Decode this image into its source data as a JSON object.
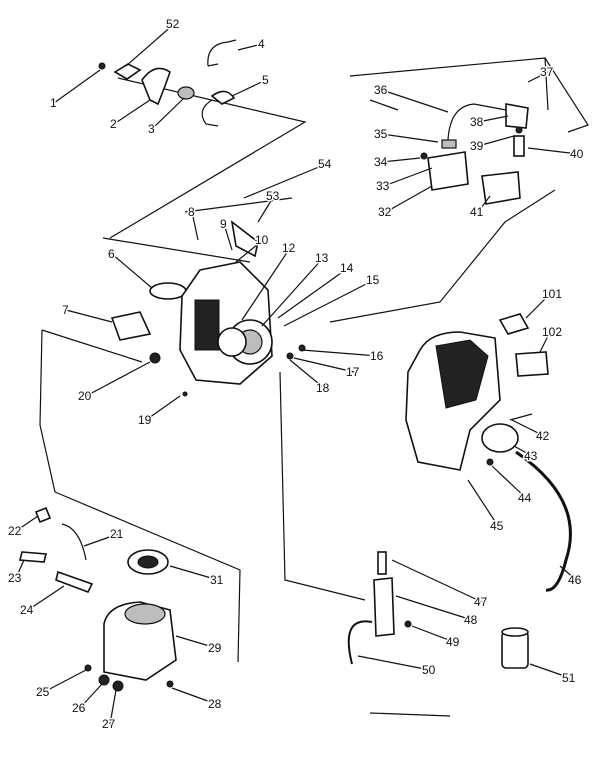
{
  "diagram": {
    "part_numbers": [
      "1",
      "2",
      "3",
      "4",
      "5",
      "6",
      "7",
      "8",
      "9",
      "10",
      "12",
      "13",
      "14",
      "15",
      "16",
      "17",
      "18",
      "19",
      "20",
      "21",
      "22",
      "23",
      "24",
      "25",
      "26",
      "27",
      "28",
      "29",
      "31",
      "32",
      "33",
      "34",
      "35",
      "36",
      "37",
      "38",
      "39",
      "40",
      "41",
      "42",
      "43",
      "44",
      "45",
      "46",
      "47",
      "48",
      "49",
      "50",
      "51",
      "52",
      "53",
      "54",
      "101",
      "102"
    ]
  }
}
